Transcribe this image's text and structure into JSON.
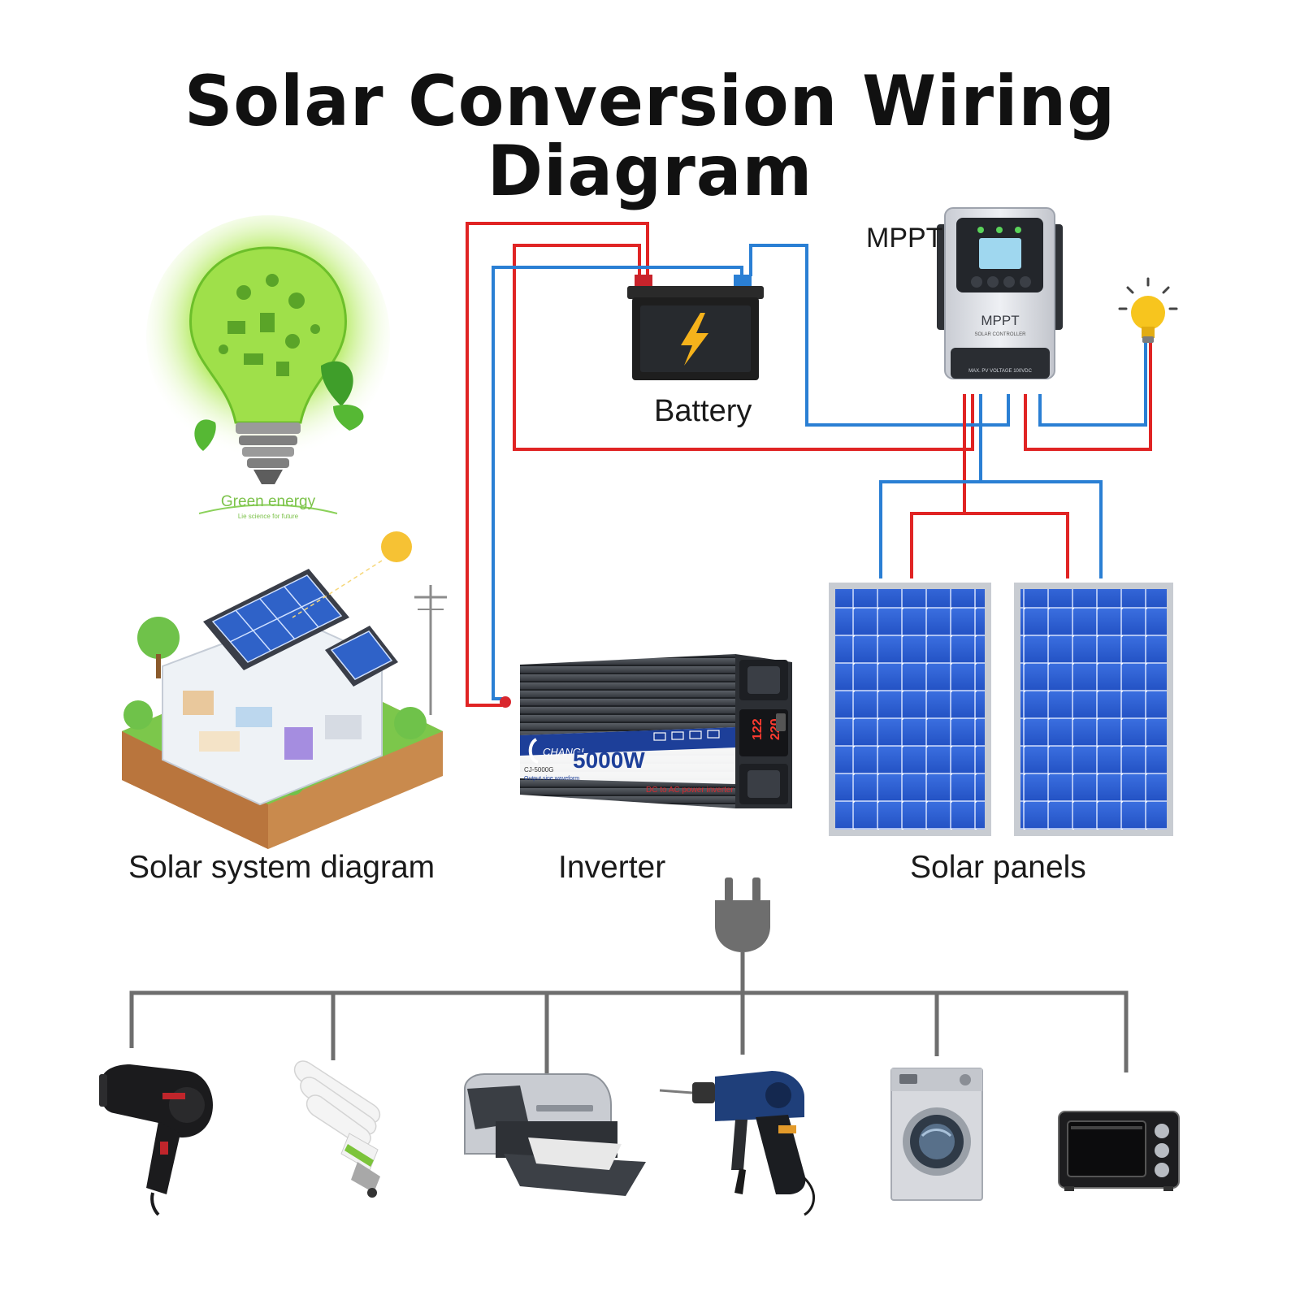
{
  "title": "Solar Conversion Wiring Diagram",
  "labels": {
    "battery": "Battery",
    "mppt": "MPPT",
    "solar_system": "Solar system diagram",
    "inverter": "Inverter",
    "solar_panels": "Solar panels"
  },
  "bulb_caption": {
    "line1": "Green energy",
    "line2": "Lie science for future"
  },
  "mppt_device": {
    "face_label": "MPPT",
    "sub_label": "SOLAR CONTROLLER",
    "bottom_label": "MAX. PV VOLTAGE 100VDC"
  },
  "inverter_device": {
    "brand": "CHANGI",
    "power": "5000W",
    "model": "CJ-5000G",
    "waveform": "Output sine waveform",
    "description": "DC to AC power inverter",
    "display_1": "122",
    "display_2": "220"
  },
  "colors": {
    "positive_wire": "#e02424",
    "negative_wire": "#2a7fd4",
    "ground_line": "#6e6e6e"
  }
}
